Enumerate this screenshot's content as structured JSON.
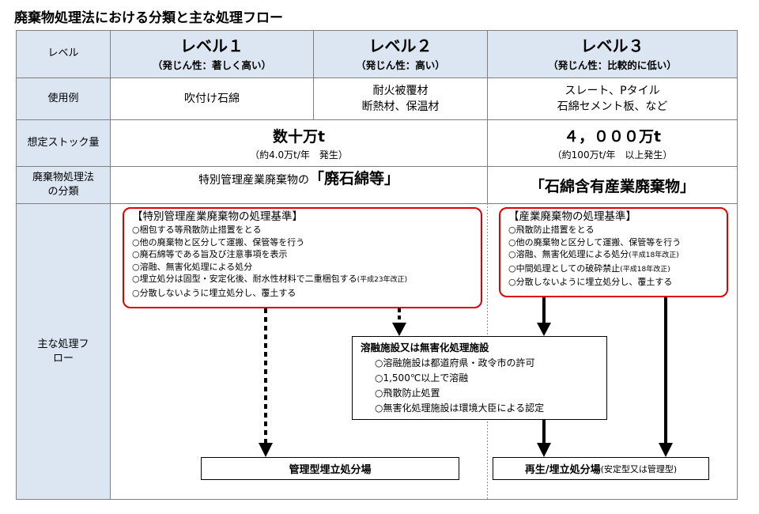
{
  "title": "廃棄物処理法における分類と主な処理フロー",
  "header": {
    "label": "レベル",
    "levels": [
      {
        "name": "レベル１",
        "sub": "（発じん性：著しく高い）"
      },
      {
        "name": "レベル２",
        "sub": "（発じん性：高い）"
      },
      {
        "name": "レベル３",
        "sub": "（発じん性：比較的に低い）"
      }
    ]
  },
  "rows": {
    "usage": {
      "label": "使用例",
      "level1": "吹付け石綿",
      "level2": [
        "耐火被覆材",
        "断熱材、保温材"
      ],
      "level3": [
        "スレート、Pタイル",
        "石綿セメント板、など"
      ]
    },
    "stock": {
      "label": "想定ストック量",
      "level12_main": "数十万t",
      "level12_sub": "（約4.0万t/年　発生）",
      "level3_main": "４，０００万t",
      "level3_sub": "（約100万t/年　以上発生）"
    },
    "classification": {
      "label_line1": "廃棄物処理法",
      "label_line2": "の分類",
      "level12_prefix": "特別管理産業廃棄物の",
      "level12_main": "「廃石綿等」",
      "level3_main": "「石綿含有産業廃棄物」"
    },
    "flow": {
      "label_line1": "主な処理フ",
      "label_line2": "ロー"
    }
  },
  "special_standard": {
    "heading": "【特別管理産業廃棄物の処理基準】",
    "items": [
      {
        "text": "○梱包する等飛散防止措置をとる",
        "note": ""
      },
      {
        "text": "○他の廃棄物と区分して運搬、保管等を行う",
        "note": ""
      },
      {
        "text": "○廃石綿等である旨及び注意事項を表示",
        "note": ""
      },
      {
        "text": "○溶融、無害化処理による処分",
        "note": ""
      },
      {
        "text": "○埋立処分は固型・安定化後、耐水性材料で二重梱包する",
        "note": "(平成23年改正)"
      },
      {
        "text": "○分散しないように埋立処分し、覆土する",
        "note": ""
      }
    ]
  },
  "industrial_standard": {
    "heading": "【産業廃棄物の処理基準】",
    "items": [
      {
        "text": "○飛散防止措置をとる",
        "note": ""
      },
      {
        "text": "○他の廃棄物と区分して運搬、保管等を行う",
        "note": ""
      },
      {
        "text": "○溶融、無害化処理による処分",
        "note": "(平成18年改正)"
      },
      {
        "text": "○中間処理としての破砕禁止",
        "note": "(平成18年改正)"
      },
      {
        "text": "○分散しないように埋立処分し、覆土する",
        "note": ""
      }
    ]
  },
  "facility": {
    "heading": "溶融施設又は無害化処理施設",
    "items": [
      "○溶融施設は都道府県・政令市の許可",
      "○1,500℃以上で溶融",
      "○飛散防止処置",
      "○無害化処理施設は環境大臣による認定"
    ]
  },
  "destinations": {
    "managed_landfill": "管理型埋立処分場",
    "recycle_main": "再生/埋立処分場",
    "recycle_note": "(安定型又は管理型)"
  }
}
